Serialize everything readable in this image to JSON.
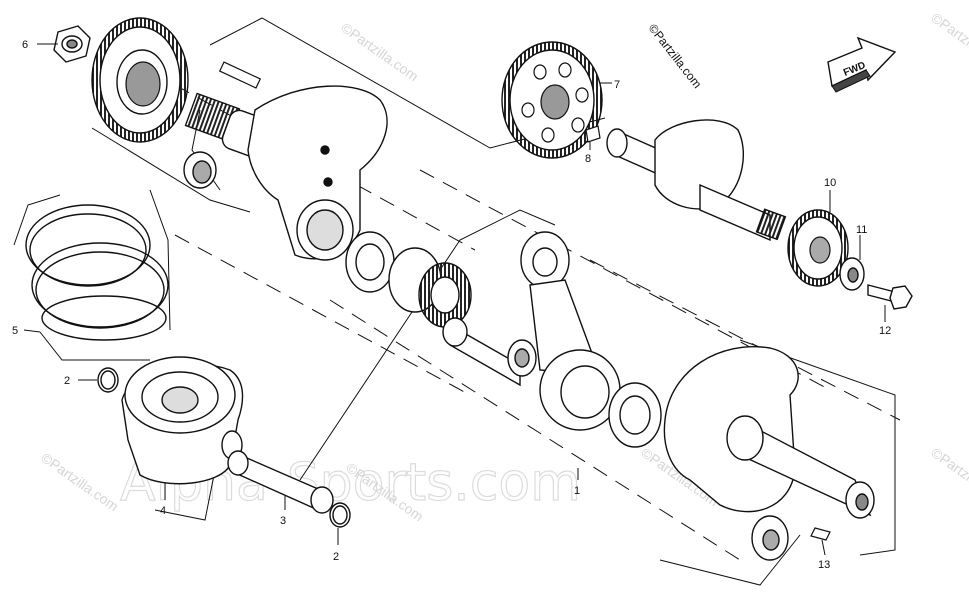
{
  "brand": {
    "copyright_mark": "©Partzilla.com"
  },
  "direction_arrow": {
    "label": "FWD"
  },
  "watermarks": {
    "large": "Alpha-Sports.com",
    "small": "©Partzilla.com"
  },
  "callouts": [
    {
      "id": "c1",
      "label": "1"
    },
    {
      "id": "c2a",
      "label": "2"
    },
    {
      "id": "c2b",
      "label": "2"
    },
    {
      "id": "c3",
      "label": "3"
    },
    {
      "id": "c4",
      "label": "4"
    },
    {
      "id": "c5",
      "label": "5"
    },
    {
      "id": "c6",
      "label": "6"
    },
    {
      "id": "c7",
      "label": "7"
    },
    {
      "id": "c8",
      "label": "8"
    },
    {
      "id": "c10",
      "label": "10"
    },
    {
      "id": "c11",
      "label": "11"
    },
    {
      "id": "c12",
      "label": "12"
    },
    {
      "id": "c13",
      "label": "13"
    }
  ],
  "colors": {
    "line": "#111111",
    "watermark": "#d6d6d6",
    "background": "#ffffff"
  }
}
